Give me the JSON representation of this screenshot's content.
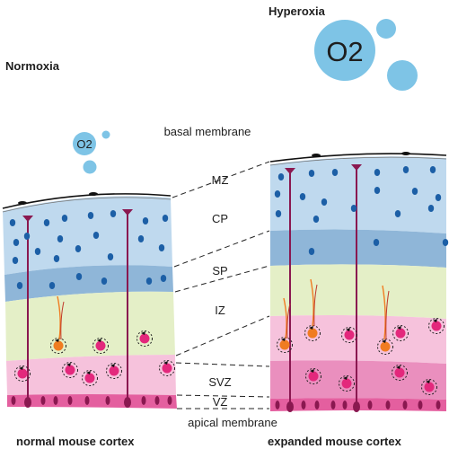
{
  "titles": {
    "normoxia": "Normoxia",
    "hyperoxia": "Hyperoxia",
    "oxygen_small": "O2",
    "oxygen_large": "O2",
    "normal_cortex": "normal mouse cortex",
    "expanded_cortex": "expanded mouse cortex"
  },
  "membranes": {
    "basal": "basal membrane",
    "apical": "apical membrane"
  },
  "layers": {
    "mz": "MZ",
    "cp": "CP",
    "sp": "SP",
    "iz": "IZ",
    "svz": "SVZ",
    "vz": "VZ"
  },
  "colors": {
    "oxygen_bubble": "#7ec4e6",
    "cp_layer": "#bfd9ee",
    "sp_layer": "#8fb6d8",
    "iz_layer": "#e4efc7",
    "svz_layer": "#f6c2dc",
    "vz_layer": "#e45f9f",
    "radial_glia": "#8a1850",
    "neuron_dot": "#1c5fa6",
    "progenitor": "#e3287c",
    "migrating_cell": "#f07c21"
  }
}
